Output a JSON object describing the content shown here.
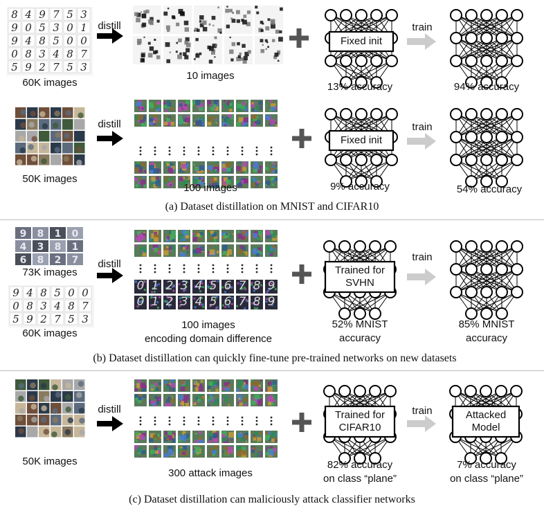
{
  "panel_a": {
    "row1": {
      "dataset_label": "60K images",
      "distill_label": "distill",
      "distilled_label": "10 images",
      "network_box": "Fixed init",
      "init_accuracy": "13% accuracy",
      "train_label": "train",
      "trained_accuracy": "94% accuracy"
    },
    "row2": {
      "dataset_label": "50K images",
      "distill_label": "distill",
      "distilled_label": "100 images",
      "network_box": "Fixed init",
      "init_accuracy": "9% accuracy",
      "train_label": "train",
      "trained_accuracy": "54% accuracy"
    },
    "caption": "(a) Dataset distillation on MNIST and CIFAR10"
  },
  "panel_b": {
    "dataset_label_top": "73K images",
    "dataset_label_bottom": "60K images",
    "distill_label": "distill",
    "distilled_label_1": "100 images",
    "distilled_label_2": "encoding domain difference",
    "network_box": "Trained for\nSVHN",
    "init_accuracy_1": "52% MNIST",
    "init_accuracy_2": "accuracy",
    "train_label": "train",
    "trained_accuracy_1": "85% MNIST",
    "trained_accuracy_2": "accuracy",
    "caption": "(b) Dataset distillation can quickly fine-tune pre-trained networks on new datasets"
  },
  "panel_c": {
    "dataset_label": "50K images",
    "distill_label": "distill",
    "distilled_label": "300 attack images",
    "network_box": "Trained for\nCIFAR10",
    "init_accuracy_1": "82% accuracy",
    "init_accuracy_2": "on class “plane”",
    "train_label": "train",
    "result_box": "Attacked\nModel",
    "trained_accuracy_1": "7% accuracy",
    "trained_accuracy_2": "on class “plane”",
    "caption": "(c) Dataset distillation can maliciously attack classifier networks"
  },
  "mnist_digits_grid": [
    [
      "8",
      "4",
      "9",
      "7",
      "5",
      "3"
    ],
    [
      "9",
      "0",
      "5",
      "3",
      "0",
      "1"
    ],
    [
      "9",
      "4",
      "8",
      "5",
      "0",
      "0"
    ],
    [
      "0",
      "8",
      "3",
      "4",
      "8",
      "7"
    ],
    [
      "5",
      "9",
      "2",
      "7",
      "5",
      "3"
    ]
  ],
  "mnist_digits_small": [
    [
      "9",
      "4",
      "8",
      "5",
      "0",
      "0"
    ],
    [
      "0",
      "8",
      "3",
      "4",
      "8",
      "7"
    ],
    [
      "5",
      "9",
      "2",
      "7",
      "5",
      "3"
    ]
  ],
  "svhn_digits_grid": [
    [
      "9",
      "8",
      "1",
      "0"
    ],
    [
      "4",
      "3",
      "8",
      "1"
    ],
    [
      "6",
      "8",
      "2",
      "7"
    ]
  ],
  "distilled_digit_row": [
    "0",
    "1",
    "2",
    "3",
    "4",
    "5",
    "6",
    "7",
    "8",
    "9"
  ],
  "colors": {
    "arrow_black": "#000000",
    "arrow_gray": "#cccccc",
    "plus": "#555555",
    "separator": "#bdbdbd"
  }
}
